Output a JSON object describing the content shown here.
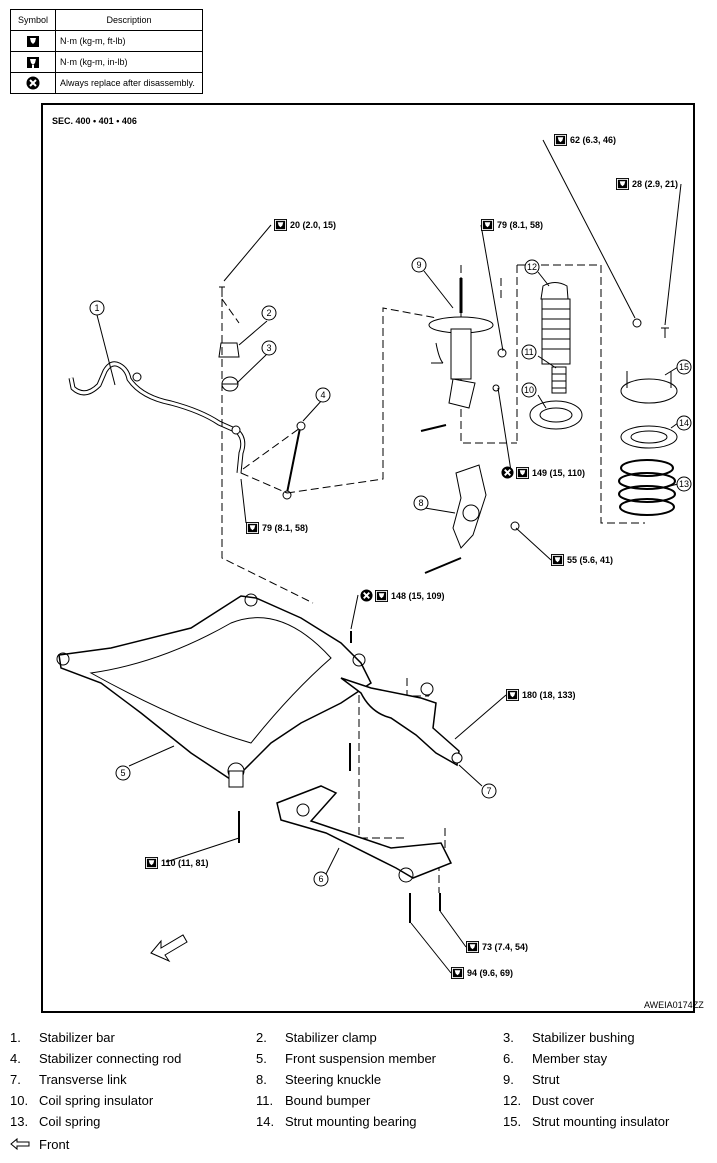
{
  "legend": {
    "header_symbol": "Symbol",
    "header_description": "Description",
    "rows": [
      {
        "icon": "torque-nm-icon",
        "text": "N·m (kg-m, ft-lb)"
      },
      {
        "icon": "torque-nm-inlb-icon",
        "text": "N·m (kg-m, in-lb)"
      },
      {
        "icon": "always-replace-icon",
        "text": "Always replace after disassembly."
      }
    ]
  },
  "diagram": {
    "section": "SEC. 400 • 401 • 406",
    "ref_code": "AWEIA0174ZZ",
    "torques": {
      "t62": "62 (6.3, 46)",
      "t28": "28 (2.9, 21)",
      "t20": "20 (2.0, 15)",
      "t79a": "79 (8.1, 58)",
      "t149": "149 (15, 110)",
      "t79b": "79 (8.1, 58)",
      "t55": "55 (5.6, 41)",
      "t148": "148 (15, 109)",
      "t180": "180 (18, 133)",
      "t110": "110 (11, 81)",
      "t73": "73 (7.4, 54)",
      "t94": "94 (9.6, 69)"
    },
    "callouts": [
      "1",
      "2",
      "3",
      "4",
      "5",
      "6",
      "7",
      "8",
      "9",
      "10",
      "11",
      "12",
      "13",
      "14",
      "15"
    ]
  },
  "parts": [
    {
      "num": "1.",
      "name": "Stabilizer bar"
    },
    {
      "num": "2.",
      "name": "Stabilizer clamp"
    },
    {
      "num": "3.",
      "name": "Stabilizer bushing"
    },
    {
      "num": "4.",
      "name": "Stabilizer connecting rod"
    },
    {
      "num": "5.",
      "name": "Front suspension member"
    },
    {
      "num": "6.",
      "name": "Member stay"
    },
    {
      "num": "7.",
      "name": "Transverse link"
    },
    {
      "num": "8.",
      "name": "Steering knuckle"
    },
    {
      "num": "9.",
      "name": "Strut"
    },
    {
      "num": "10.",
      "name": "Coil spring insulator"
    },
    {
      "num": "11.",
      "name": "Bound bumper"
    },
    {
      "num": "12.",
      "name": "Dust cover"
    },
    {
      "num": "13.",
      "name": "Coil spring"
    },
    {
      "num": "14.",
      "name": "Strut mounting bearing"
    },
    {
      "num": "15.",
      "name": "Strut mounting insulator"
    }
  ],
  "front": {
    "icon": "front-arrow-icon",
    "label": "Front"
  }
}
